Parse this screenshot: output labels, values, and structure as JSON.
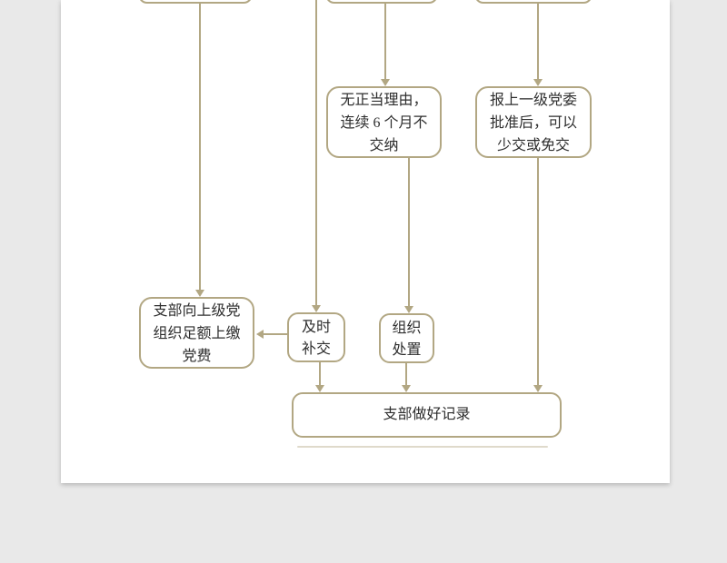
{
  "colors": {
    "background": "#e9e9e9",
    "paper": "#ffffff",
    "line": "#b2a783",
    "text": "#2e2e2e"
  },
  "diagram": {
    "nodes": {
      "no_reason": {
        "line1": "无正当理由，",
        "line2": "连续 6 个月不",
        "line3": "交纳"
      },
      "report_committee": {
        "line1": "报上一级党委",
        "line2": "批准后，可以",
        "line3": "少交或免交"
      },
      "pay_full": {
        "line1": "支部向上级党",
        "line2": "组织足额上缴",
        "line3": "党费"
      },
      "makeup": {
        "line1": "及时",
        "line2": "补交"
      },
      "disposal": {
        "line1": "组织",
        "line2": "处置"
      },
      "record": {
        "label": "支部做好记录"
      }
    },
    "edges": [
      {
        "from": "top-box-left",
        "to": "pay_full"
      },
      {
        "from": "top-cropped",
        "to": "makeup"
      },
      {
        "from": "top-box-middle",
        "to": "no_reason"
      },
      {
        "from": "top-box-right",
        "to": "report_committee"
      },
      {
        "from": "no_reason",
        "to": "disposal"
      },
      {
        "from": "makeup",
        "to": "pay_full"
      },
      {
        "from": "makeup",
        "to": "record"
      },
      {
        "from": "disposal",
        "to": "record"
      },
      {
        "from": "report_committee",
        "to": "record"
      }
    ]
  }
}
